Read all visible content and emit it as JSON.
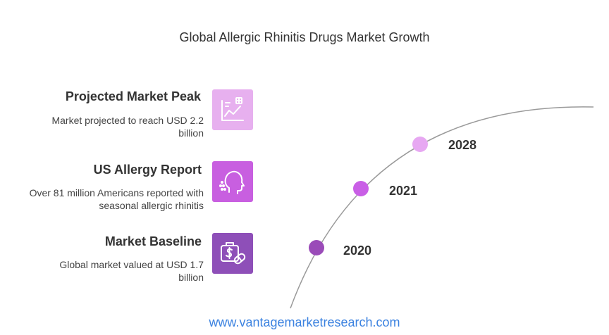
{
  "title": "Global Allergic Rhinitis Drugs Market Growth",
  "items": [
    {
      "title": "Projected Market Peak",
      "description": "Market projected to reach USD 2.2 billion",
      "icon": "chart-plus-icon",
      "color": "#e7b0ef"
    },
    {
      "title": "US Allergy Report",
      "description": "Over 81 million Americans reported with seasonal allergic rhinitis",
      "icon": "sneezing-head-icon",
      "color": "#c85fe0"
    },
    {
      "title": "Market Baseline",
      "description": "Global market valued at USD 1.7 billion",
      "icon": "money-bag-pill-icon",
      "color": "#8e4fb8"
    }
  ],
  "milestones": [
    {
      "year": "2028",
      "color": "#e7a8f2"
    },
    {
      "year": "2021",
      "color": "#c95fe6"
    },
    {
      "year": "2020",
      "color": "#9a4bb8"
    }
  ],
  "footer": "www.vantagemarketresearch.com"
}
